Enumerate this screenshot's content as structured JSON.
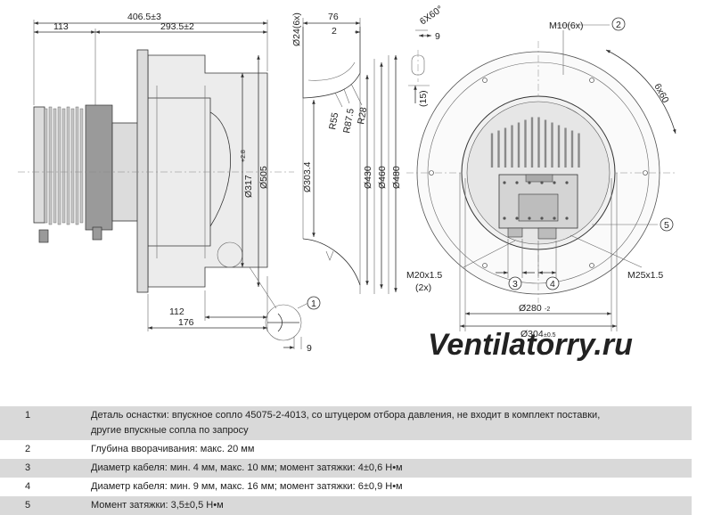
{
  "watermark": "Ventilatorry.ru",
  "dimensions": {
    "overall_length": "406.5±3",
    "left_offset": "113",
    "main_span": "293.5±2",
    "d317": "Ø317",
    "d317_tol": "+2.8",
    "d505": "Ø505",
    "base_112": "112",
    "base_176": "176",
    "d24": "Ø24(6x)",
    "w76": "76",
    "w2": "2",
    "r28": "R28",
    "r87": "R87.5",
    "r55": "R55",
    "d303": "Ø303.4",
    "d430": "Ø430",
    "d460": "Ø460",
    "d480": "Ø480",
    "detail_9": "9",
    "slot_angle": "6X60°",
    "slot_9": "9",
    "slot_15": "(15)",
    "m10": "M10(6x)",
    "pitch": "6x60",
    "m20": "M20x1.5",
    "m20_count": "(2x)",
    "m25": "M25x1.5",
    "d280": "Ø280",
    "d280_tol": "-2",
    "d304": "Ø304",
    "d304_tol": "±0.5"
  },
  "callouts": [
    "1",
    "2",
    "3",
    "4",
    "5"
  ],
  "notes": [
    {
      "num": "1",
      "lines": [
        "Деталь оснастки: впускное сопло 45075-2-4013, со штуцером отбора давления, не входит в комплект поставки,",
        "другие впускные сопла по запросу"
      ]
    },
    {
      "num": "2",
      "lines": [
        "Глубина вворачивания: макс. 20 мм"
      ]
    },
    {
      "num": "3",
      "lines": [
        "Диаметр кабеля: мин. 4 мм, макс. 10 мм; момент затяжки: 4±0,6 Н•м"
      ]
    },
    {
      "num": "4",
      "lines": [
        "Диаметр кабеля: мин. 9 мм, макс. 16 мм; момент затяжки: 6±0,9 Н•м"
      ]
    },
    {
      "num": "5",
      "lines": [
        "Момент затяжки: 3,5±0,5 Н•м"
      ]
    }
  ]
}
